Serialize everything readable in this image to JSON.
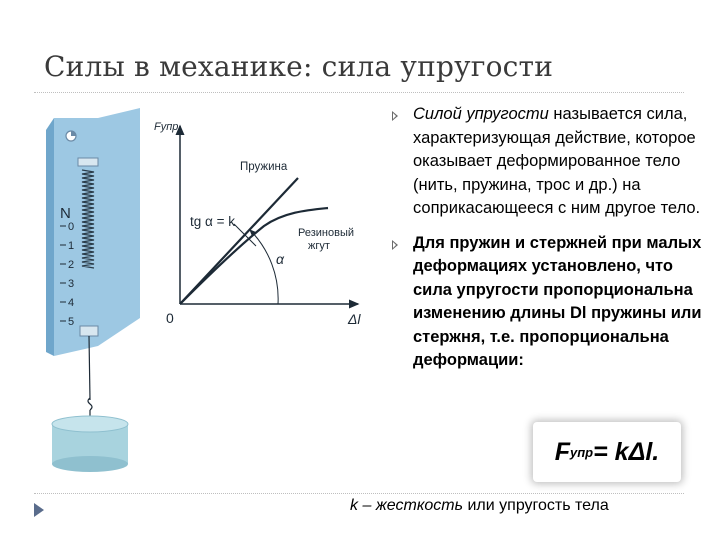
{
  "slide": {
    "title": "Силы в механике: сила упругости",
    "bullets": [
      {
        "italic_lead": "Силой упругости",
        "text": " называется сила, характеризующая действие, которое оказывает деформированное тело (нить, пружина, трос и др.) на соприкасающееся с ним другое тело."
      },
      {
        "bold_text": "Для пружин и стержней при малых деформациях установлено, что сила упругости пропорциональна изменению длины Dl пружины или стержня, т.е. пропорциональна деформации:"
      }
    ],
    "formula": {
      "main": "F",
      "sub": "упр",
      "rest": " = kΔl."
    },
    "caption": {
      "italic": "k – жесткость",
      "rest": " или упругость тела"
    }
  },
  "dynamometer": {
    "letter": "N",
    "scale_ticks": [
      "0",
      "1",
      "2",
      "3",
      "4",
      "5"
    ]
  },
  "graph": {
    "y_axis_label": "Fупр",
    "x_axis_label": "Δl",
    "origin_label": "0",
    "spring_label": "Пружина",
    "rubber_label_line1": "Резиновый",
    "rubber_label_line2": "жгут",
    "tg_label": "tg α = k",
    "angle_label": "α"
  },
  "colors": {
    "dynamometer_blue": "#9dc8e3",
    "plate_edge": "#6fa6cb",
    "cylinder_fill": "#a8d3de",
    "formula_border_shadow": "#bfbfbf",
    "nav_icon": "#5a6c8c"
  },
  "icons": [
    "nav-arrow-icon",
    "bullet-arrow-icon",
    "gauge-icon"
  ]
}
